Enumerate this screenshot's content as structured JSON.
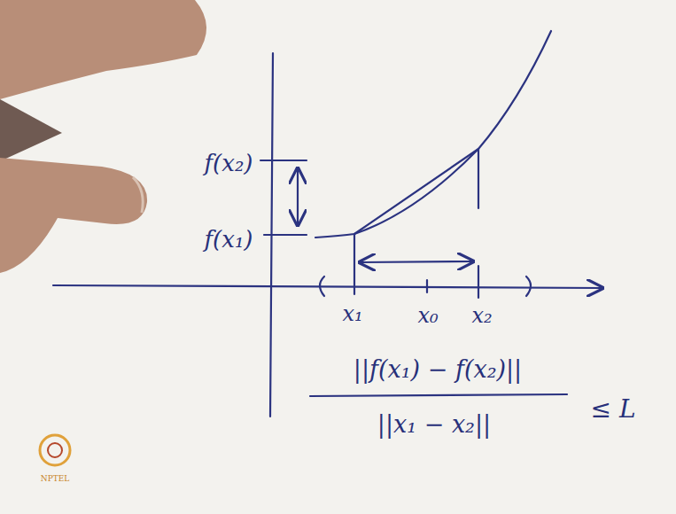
{
  "diagram": {
    "labels": [
      "f(x₂)",
      "f(x₁)",
      "x₁",
      "x₀",
      "x₂",
      "||f(x₁) − f(x₂)||",
      "||x₁ − x₂||",
      "≤ L",
      "NPTEL"
    ]
  }
}
